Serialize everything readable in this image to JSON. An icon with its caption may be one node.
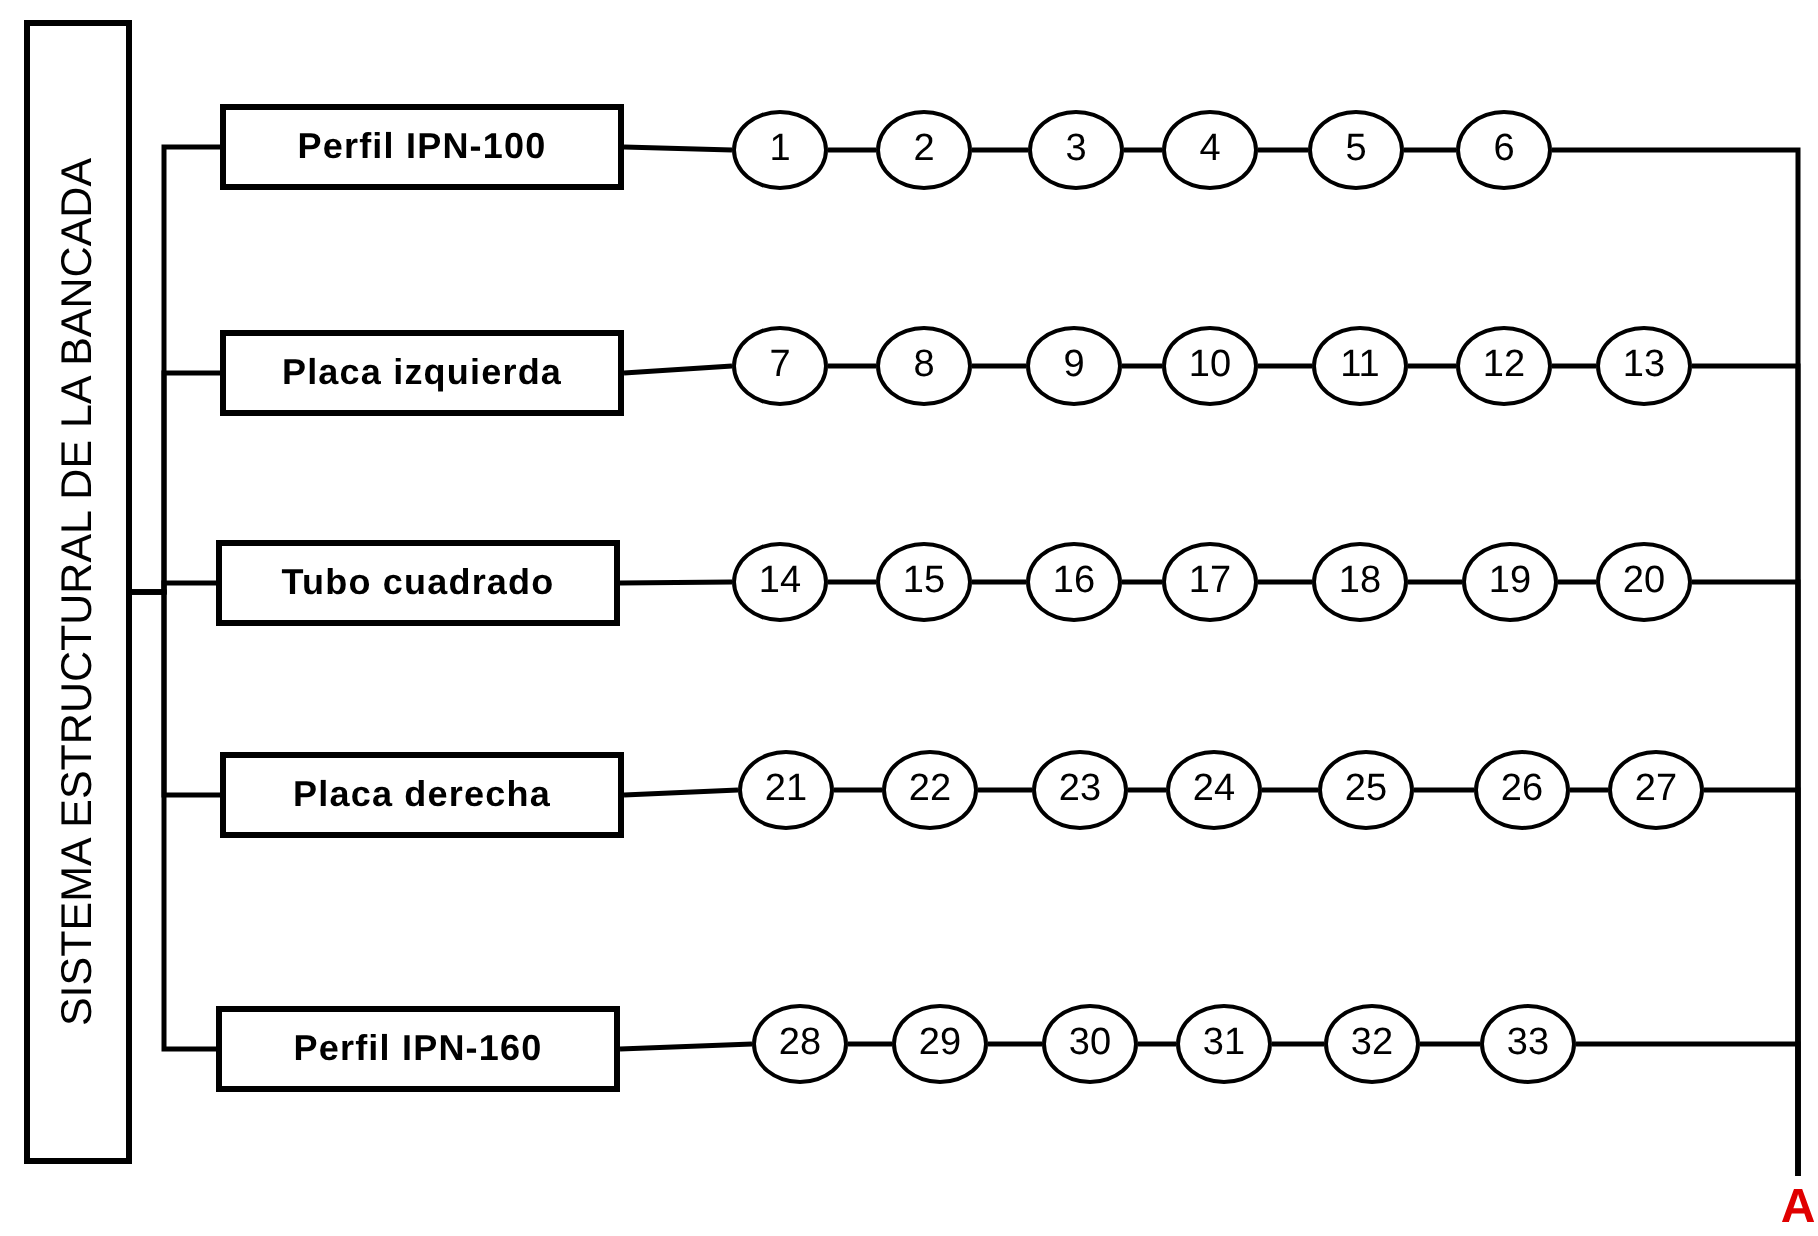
{
  "diagram": {
    "nodes": [
      {
        "text": [
          "SISTEMA ESTRUCTURAL DE LA BANCADA"
        ]
      },
      {
        "text": [
          "Perfil IPN-100"
        ]
      },
      {
        "text": [
          "Placa izquierda"
        ]
      },
      {
        "text": [
          "Tubo cuadrado"
        ]
      },
      {
        "text": [
          "Placa derecha"
        ]
      },
      {
        "text": [
          "Perfil IPN-160"
        ]
      },
      {
        "text": [
          "1"
        ]
      },
      {
        "text": [
          "2"
        ]
      },
      {
        "text": [
          "3"
        ]
      },
      {
        "text": [
          "4"
        ]
      },
      {
        "text": [
          "5"
        ]
      },
      {
        "text": [
          "6"
        ]
      },
      {
        "text": [
          "7"
        ]
      },
      {
        "text": [
          "8"
        ]
      },
      {
        "text": [
          "9"
        ]
      },
      {
        "text": [
          "10"
        ]
      },
      {
        "text": [
          "11"
        ]
      },
      {
        "text": [
          "12"
        ]
      },
      {
        "text": [
          "13"
        ]
      },
      {
        "text": [
          "14"
        ]
      },
      {
        "text": [
          "15"
        ]
      },
      {
        "text": [
          "16"
        ]
      },
      {
        "text": [
          "17"
        ]
      },
      {
        "text": [
          "18"
        ]
      },
      {
        "text": [
          "19"
        ]
      },
      {
        "text": [
          "20"
        ]
      },
      {
        "text": [
          "21"
        ]
      },
      {
        "text": [
          "22"
        ]
      },
      {
        "text": [
          "23"
        ]
      },
      {
        "text": [
          "24"
        ]
      },
      {
        "text": [
          "25"
        ]
      },
      {
        "text": [
          "26"
        ]
      },
      {
        "text": [
          "27"
        ]
      },
      {
        "text": [
          "28"
        ]
      },
      {
        "text": [
          "29"
        ]
      },
      {
        "text": [
          "30"
        ]
      },
      {
        "text": [
          "31"
        ]
      },
      {
        "text": [
          "32"
        ]
      },
      {
        "text": [
          "33"
        ]
      },
      {
        "text": [
          "A"
        ]
      }
    ],
    "edges": [
      {
        "from": 0,
        "to": 1,
        "arrow": "none"
      },
      {
        "from": 0,
        "to": 2,
        "arrow": "none"
      },
      {
        "from": 0,
        "to": 3,
        "arrow": "none"
      },
      {
        "from": 0,
        "to": 4,
        "arrow": "none"
      },
      {
        "from": 0,
        "to": 5,
        "arrow": "none"
      },
      {
        "from": 1,
        "to": 6,
        "arrow": "none"
      },
      {
        "from": 6,
        "to": 7,
        "arrow": "none"
      },
      {
        "from": 7,
        "to": 8,
        "arrow": "none"
      },
      {
        "from": 8,
        "to": 9,
        "arrow": "none"
      },
      {
        "from": 9,
        "to": 10,
        "arrow": "none"
      },
      {
        "from": 10,
        "to": 11,
        "arrow": "none"
      },
      {
        "from": 2,
        "to": 12,
        "arrow": "none"
      },
      {
        "from": 12,
        "to": 13,
        "arrow": "none"
      },
      {
        "from": 13,
        "to": 14,
        "arrow": "none"
      },
      {
        "from": 14,
        "to": 15,
        "arrow": "none"
      },
      {
        "from": 15,
        "to": 16,
        "arrow": "none"
      },
      {
        "from": 16,
        "to": 17,
        "arrow": "none"
      },
      {
        "from": 17,
        "to": 18,
        "arrow": "none"
      },
      {
        "from": 3,
        "to": 19,
        "arrow": "none"
      },
      {
        "from": 19,
        "to": 20,
        "arrow": "none"
      },
      {
        "from": 20,
        "to": 21,
        "arrow": "none"
      },
      {
        "from": 21,
        "to": 22,
        "arrow": "none"
      },
      {
        "from": 22,
        "to": 23,
        "arrow": "none"
      },
      {
        "from": 23,
        "to": 24,
        "arrow": "none"
      },
      {
        "from": 24,
        "to": 25,
        "arrow": "none"
      },
      {
        "from": 4,
        "to": 26,
        "arrow": "none"
      },
      {
        "from": 26,
        "to": 27,
        "arrow": "none"
      },
      {
        "from": 27,
        "to": 28,
        "arrow": "none"
      },
      {
        "from": 28,
        "to": 29,
        "arrow": "none"
      },
      {
        "from": 29,
        "to": 30,
        "arrow": "none"
      },
      {
        "from": 30,
        "to": 31,
        "arrow": "none"
      },
      {
        "from": 31,
        "to": 32,
        "arrow": "none"
      },
      {
        "from": 5,
        "to": 33,
        "arrow": "none"
      },
      {
        "from": 33,
        "to": 34,
        "arrow": "none"
      },
      {
        "from": 34,
        "to": 35,
        "arrow": "none"
      },
      {
        "from": 35,
        "to": 36,
        "arrow": "none"
      },
      {
        "from": 36,
        "to": 37,
        "arrow": "none"
      },
      {
        "from": 37,
        "to": 38,
        "arrow": "none"
      },
      {
        "from": 11,
        "to": 39,
        "arrow": "none"
      },
      {
        "from": 18,
        "to": 39,
        "arrow": "none"
      },
      {
        "from": 25,
        "to": 39,
        "arrow": "none"
      },
      {
        "from": 32,
        "to": 39,
        "arrow": "none"
      },
      {
        "from": 38,
        "to": 39,
        "arrow": "none"
      }
    ]
  }
}
